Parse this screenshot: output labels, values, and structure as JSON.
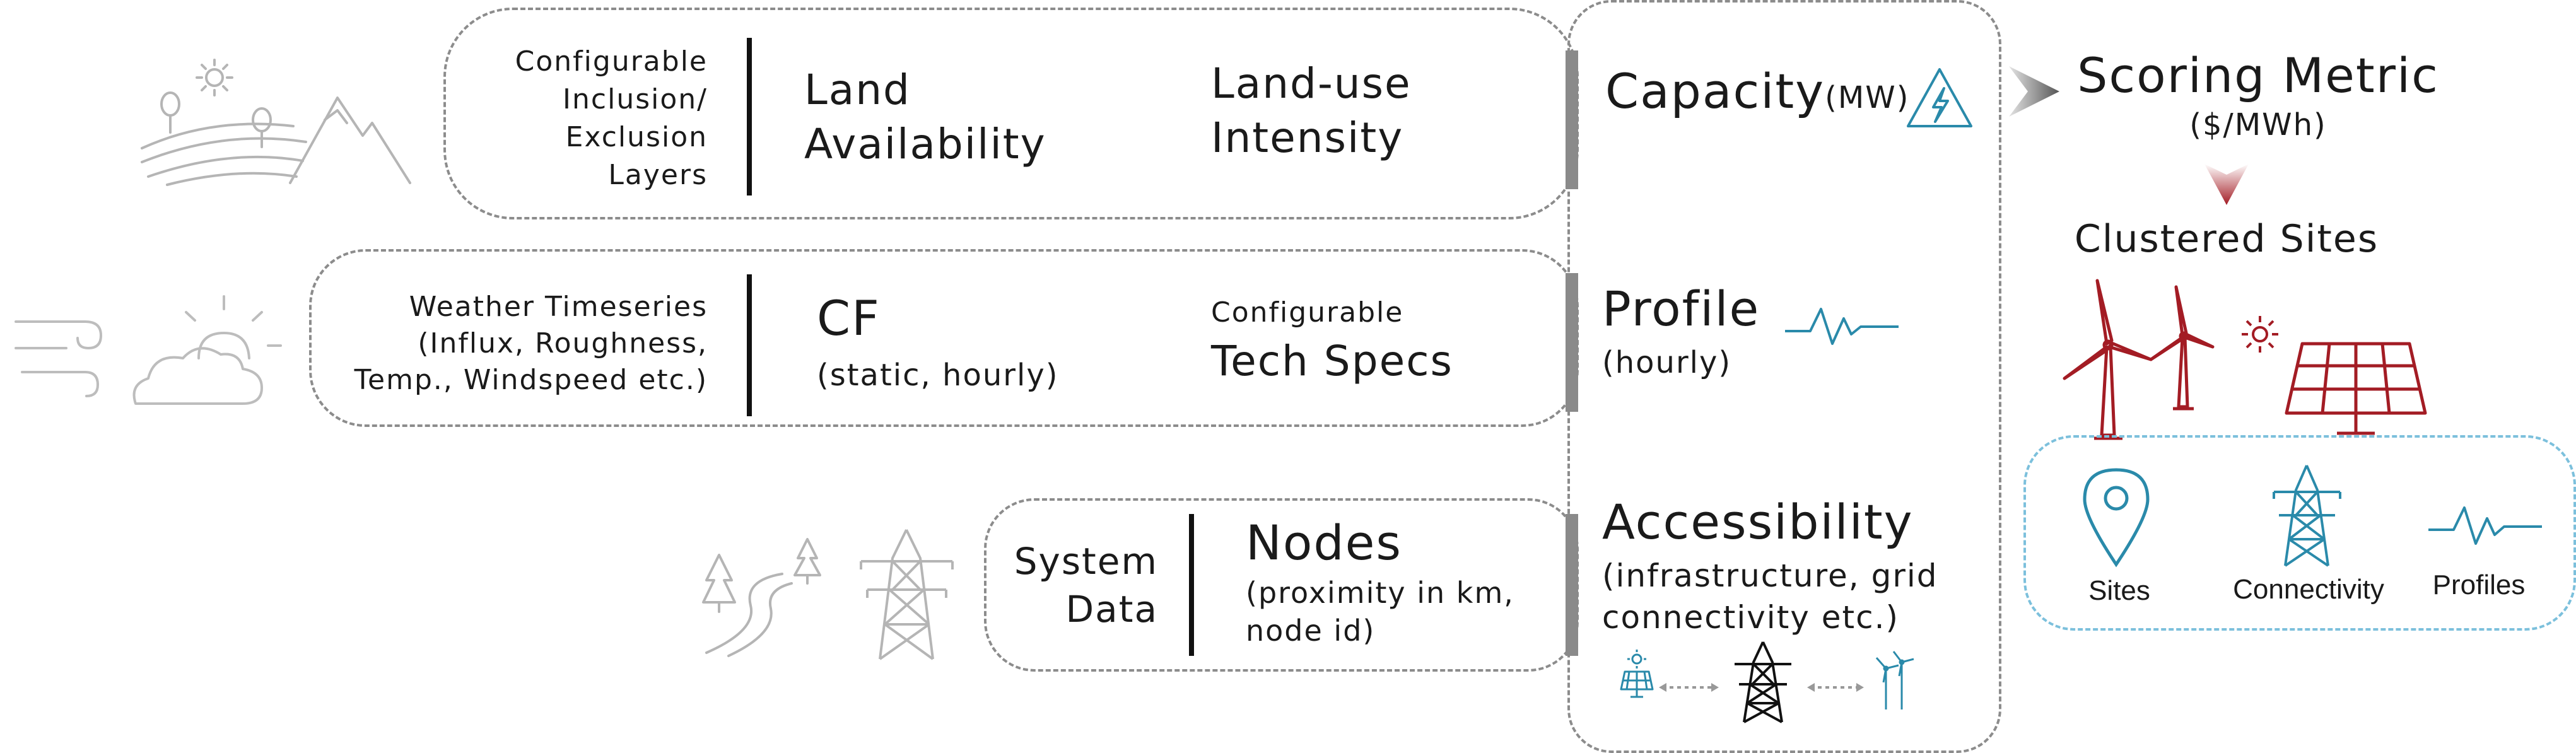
{
  "row1": {
    "label": [
      "Configurable",
      "Inclusion/",
      "Exclusion",
      "Layers"
    ],
    "col1": [
      "Land",
      "Availability"
    ],
    "col2": [
      "Land-use",
      "Intensity"
    ]
  },
  "row2": {
    "label": [
      "Weather Timeseries",
      "(Influx, Roughness,",
      "Temp., Windspeed etc.)"
    ],
    "col1_title": "CF",
    "col1_sub": "(static, hourly)",
    "col2_small": "Configurable",
    "col2_big": "Tech Specs"
  },
  "row3": {
    "label": [
      "System",
      "Data"
    ],
    "col1_title": "Nodes",
    "col1_sub": [
      "(proximity in km,",
      "node id)"
    ]
  },
  "outputs": {
    "capacity": "Capacity",
    "capacity_unit": "(MW)",
    "profile": "Profile",
    "profile_sub": "(hourly)",
    "accessibility": "Accessibility",
    "accessibility_sub": [
      "(infrastructure, grid",
      "connectivity etc.)"
    ]
  },
  "right": {
    "scoring_title": "Scoring Metric",
    "scoring_unit": "($/MWh)",
    "clustered": "Clustered Sites",
    "legend": [
      "Sites",
      "Connectivity",
      "Profiles"
    ]
  },
  "colors": {
    "teal": "#2a8aaa",
    "red": "#a31c24",
    "gray": "#8c8c8c",
    "lightgray": "#b8b8b8",
    "lightblue": "#7cc0dc"
  }
}
